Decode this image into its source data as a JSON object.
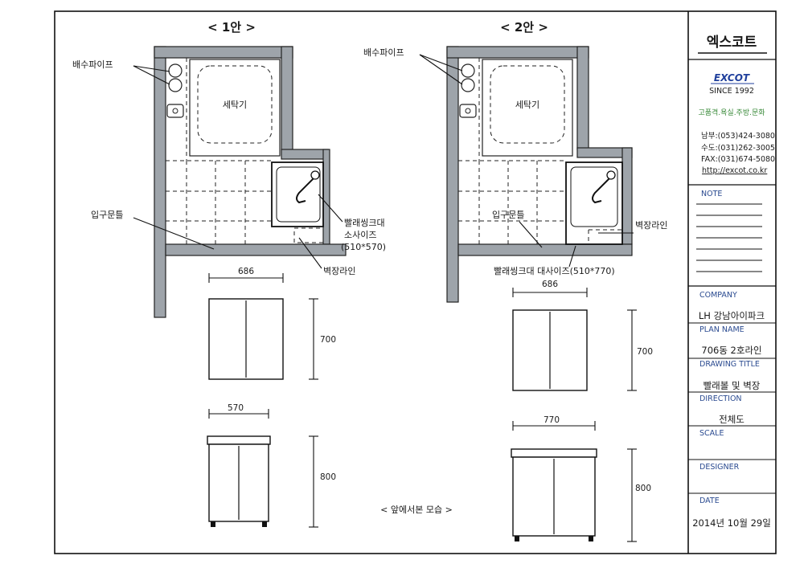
{
  "sheet_title": {
    "plan1": "< 1안 >",
    "plan2": "< 2안 >",
    "front_view": "< 앞에서본 모습 >"
  },
  "plan1": {
    "drain_pipe": "배수파이프",
    "washer": "세탁기",
    "door_sill": "입구문틀",
    "sink_label_line1": "빨래씽크대",
    "sink_label_line2": "소사이즈",
    "sink_label_line3": "(510*570)",
    "wall_line": "벽장라인"
  },
  "plan2": {
    "drain_pipe": "배수파이프",
    "washer": "세탁기",
    "door_sill": "입구문틀",
    "wall_line": "벽장라인",
    "sink_label": "빨래씽크대 대사이즈(510*770)"
  },
  "dimensions": {
    "upper1_width": "686",
    "upper1_height": "700",
    "lower1_width": "570",
    "lower1_height": "800",
    "upper2_width": "686",
    "upper2_height": "700",
    "lower2_width": "770",
    "lower2_height": "800"
  },
  "title_block": {
    "logo_kr": "엑스코트",
    "logo_en": "EXCOT",
    "since": "SINCE 1992",
    "tagline": "고품격.욕실.주방.문화",
    "tel_south": "남부:(053)424-3080",
    "tel_metro": "수도:(031)262-3005",
    "fax": "FAX:(031)674-5080",
    "url": "http://excot.co.kr",
    "note_label": "NOTE",
    "company_label": "COMPANY",
    "company_value": "LH 강남아이파크",
    "plan_name_label": "PLAN NAME",
    "plan_name_value": "706동 2호라인",
    "drawing_title_label": "DRAWING TITLE",
    "drawing_title_value": "빨래볼 및 벽장",
    "direction_label": "DIRECTION",
    "direction_value": "전체도",
    "scale_label": "SCALE",
    "designer_label": "DESIGNER",
    "date_label": "DATE",
    "date_value": "2014년 10월 29일"
  },
  "colors": {
    "wall_fill": "#9ea4aa",
    "line": "#222222",
    "label_blue": "#2a4a90",
    "tagline_green": "#3a8a3a"
  }
}
